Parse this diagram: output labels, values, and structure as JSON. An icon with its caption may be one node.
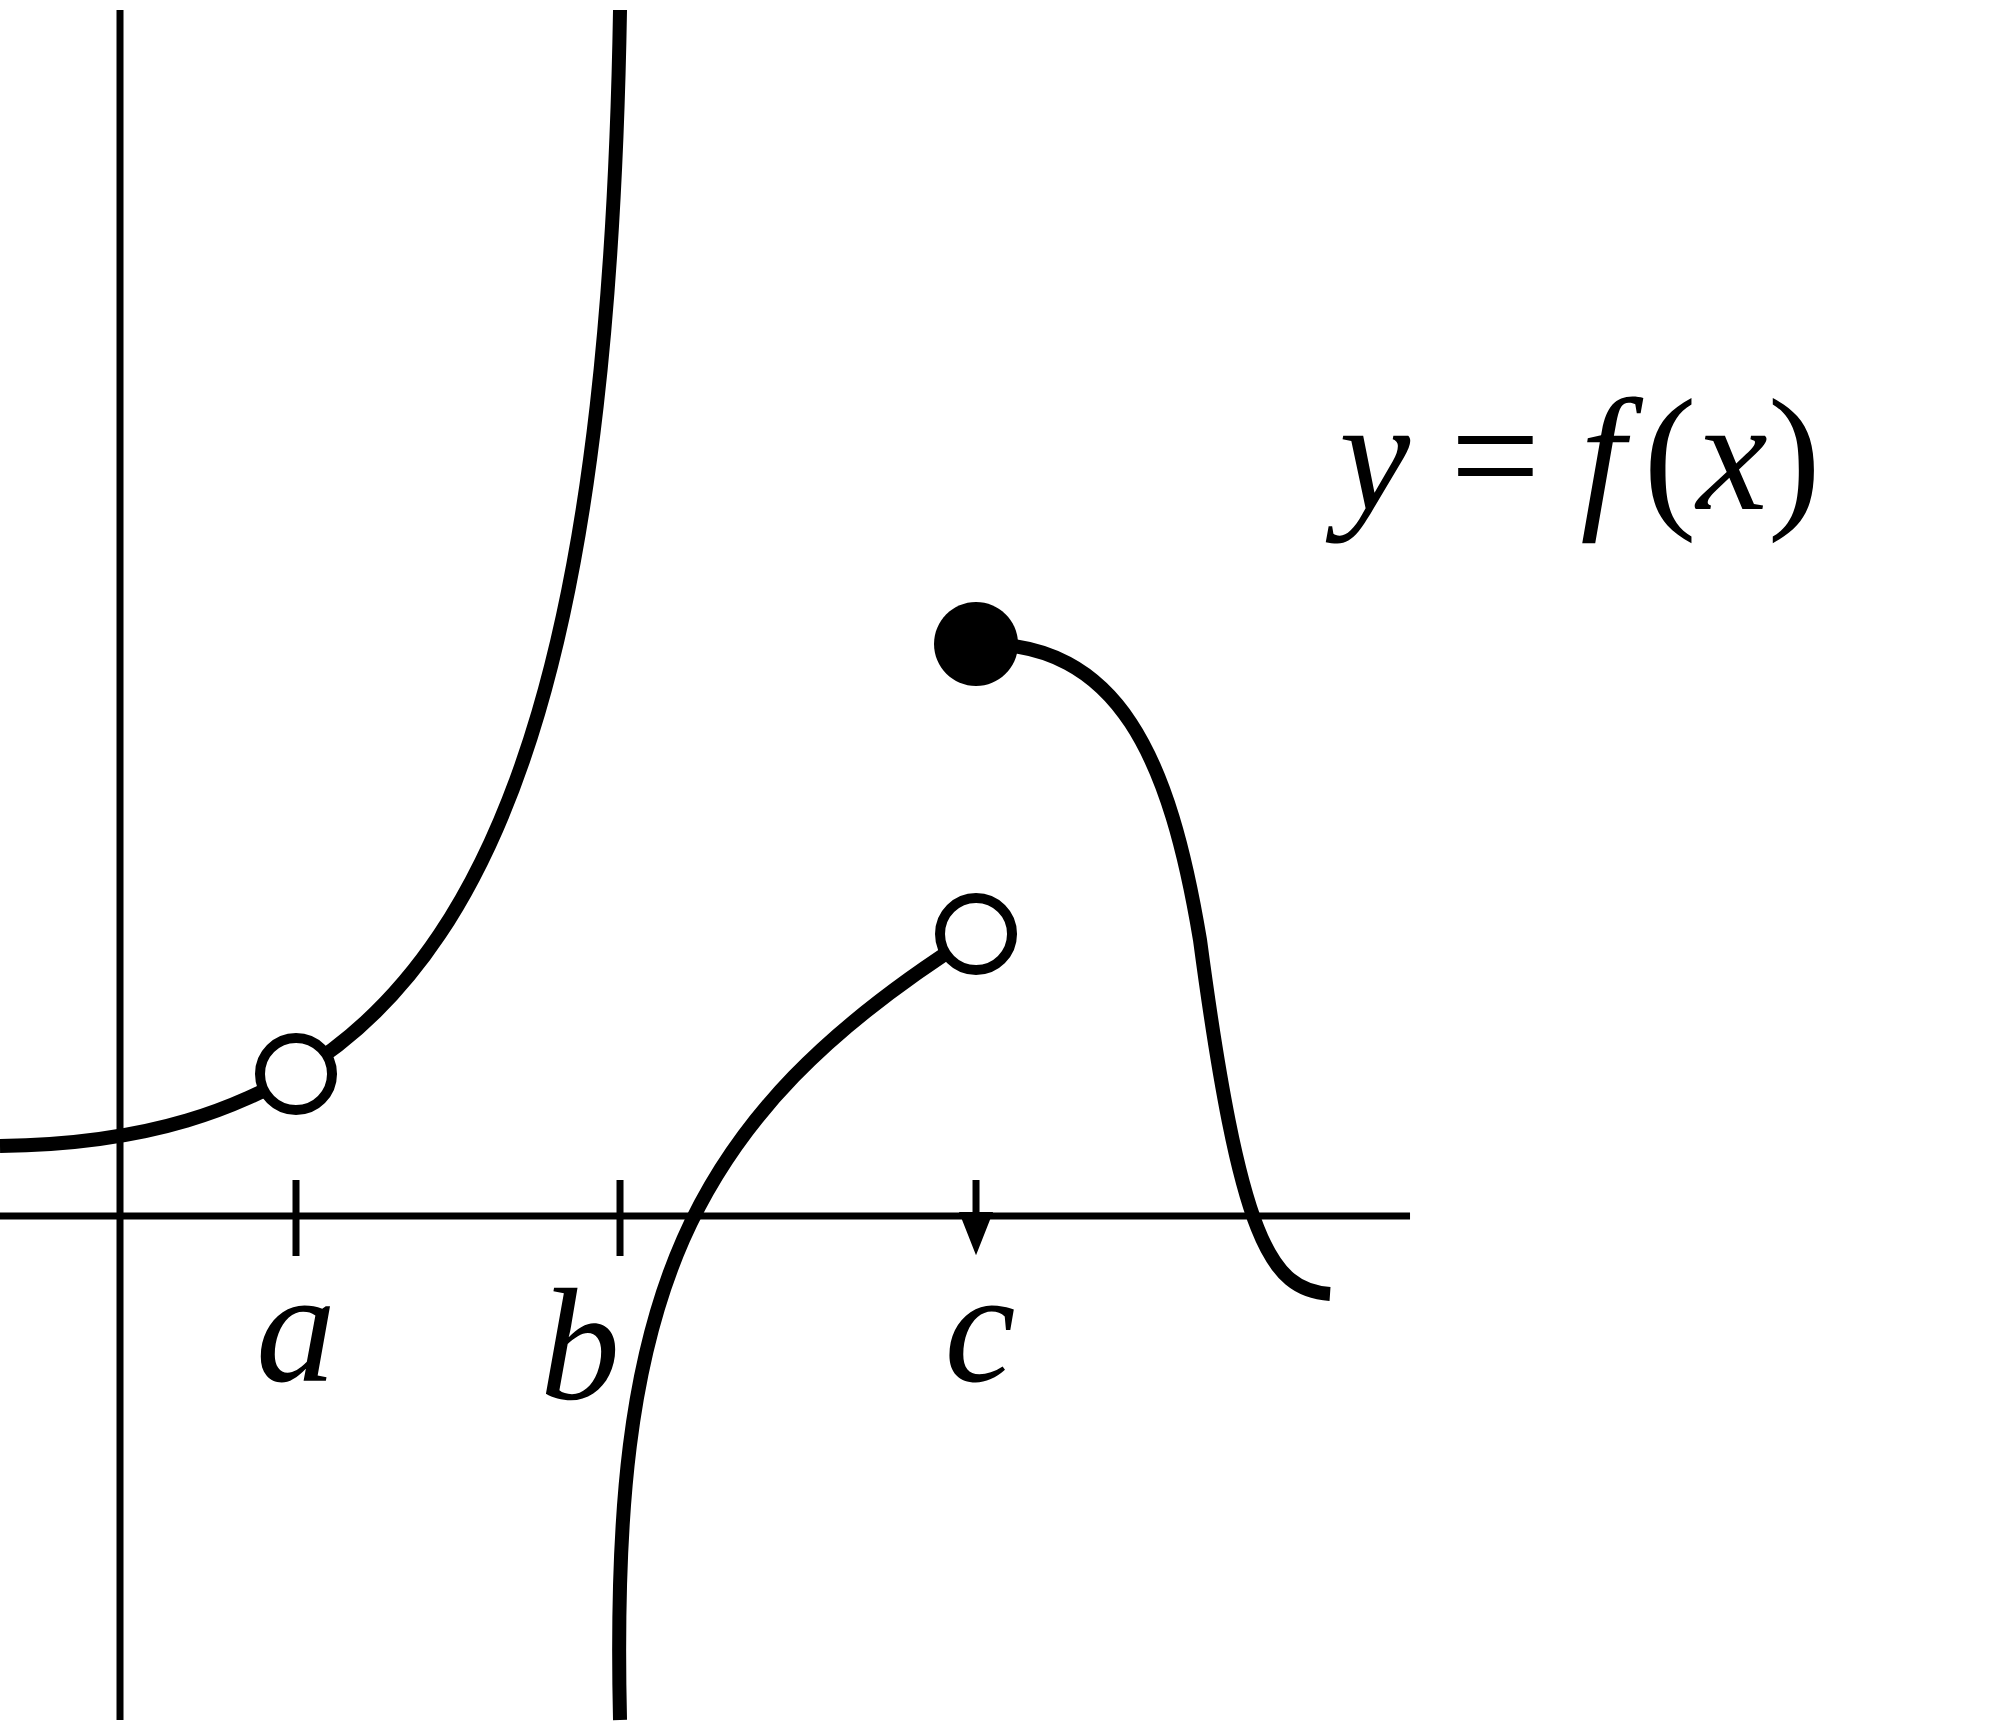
{
  "diagram": {
    "labels": [
      "*y* = *f*(*x*)",
      "a",
      "b",
      "c"
    ]
  }
}
